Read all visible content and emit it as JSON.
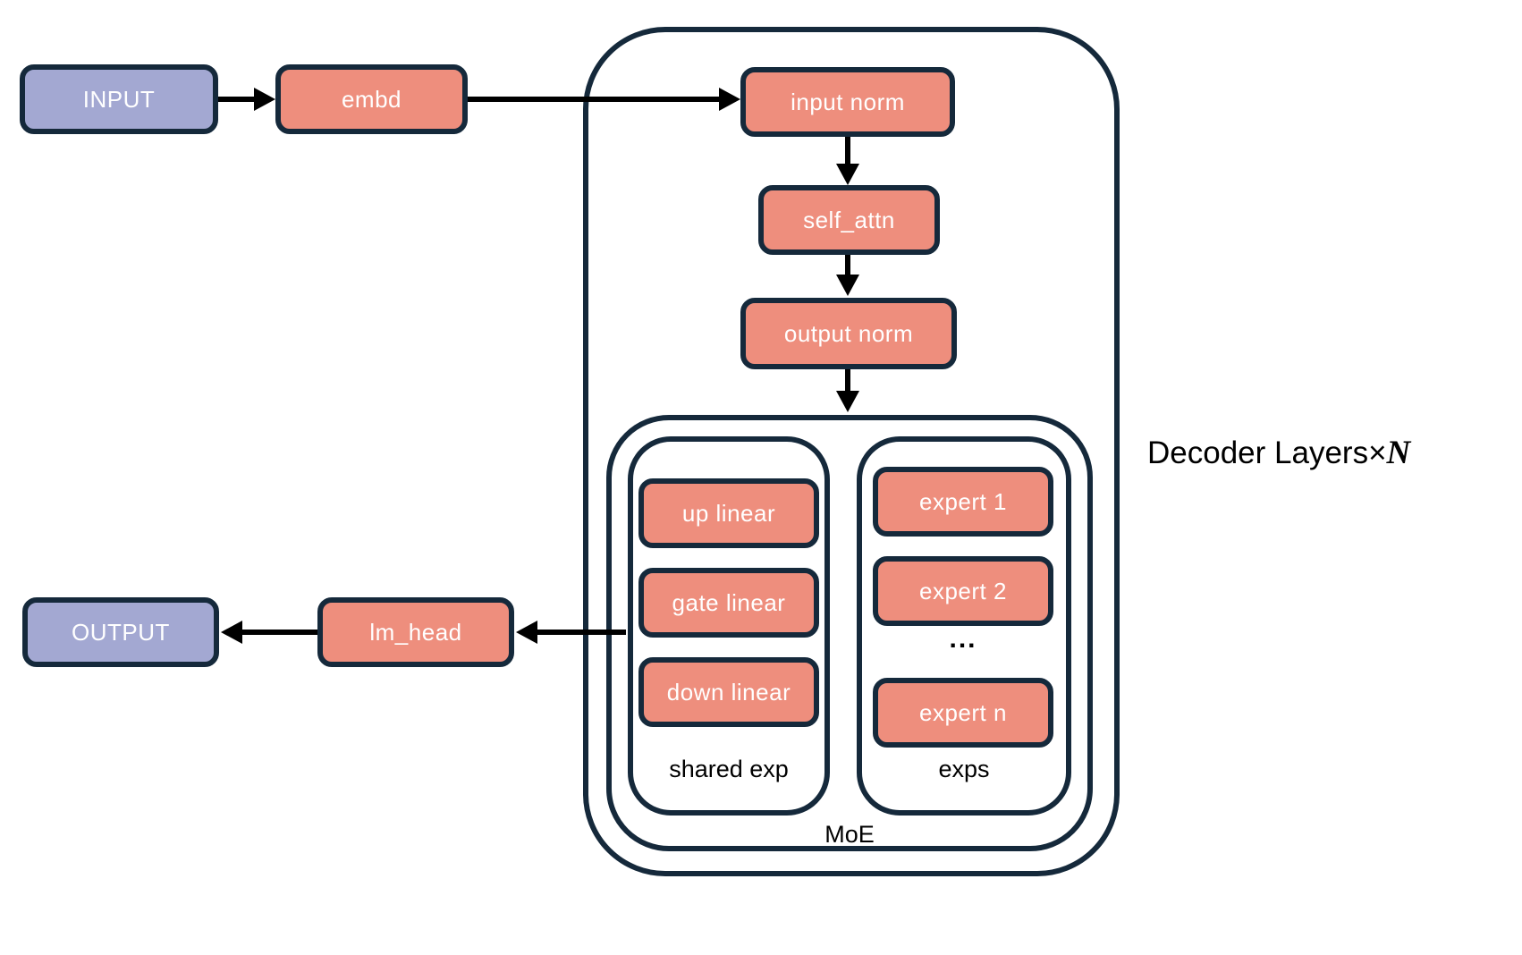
{
  "diagram": {
    "nodes": {
      "input": {
        "label": "INPUT"
      },
      "embd": {
        "label": "embd"
      },
      "input_norm": {
        "label": "input norm"
      },
      "self_attn": {
        "label": "self_attn"
      },
      "output_norm": {
        "label": "output norm"
      },
      "up_linear": {
        "label": "up linear"
      },
      "gate_linear": {
        "label": "gate linear"
      },
      "down_linear": {
        "label": "down linear"
      },
      "expert_1": {
        "label": "expert 1"
      },
      "expert_2": {
        "label": "expert 2"
      },
      "expert_more": {
        "label": "..."
      },
      "expert_n": {
        "label": "expert n"
      },
      "lm_head": {
        "label": "lm_head"
      },
      "output": {
        "label": "OUTPUT"
      }
    },
    "groups": {
      "shared_exp": {
        "label": "shared exp"
      },
      "exps": {
        "label": "exps"
      },
      "moe": {
        "label": "MoE"
      }
    },
    "annotation": {
      "decoder_layers_text": "Decoder Layers",
      "times_symbol": "×",
      "n_symbol": "N"
    },
    "colors": {
      "box_salmon": "#EE8E7D",
      "box_purple": "#A3A8D2",
      "border_navy": "#15293B",
      "arrow_black": "#000000"
    }
  }
}
